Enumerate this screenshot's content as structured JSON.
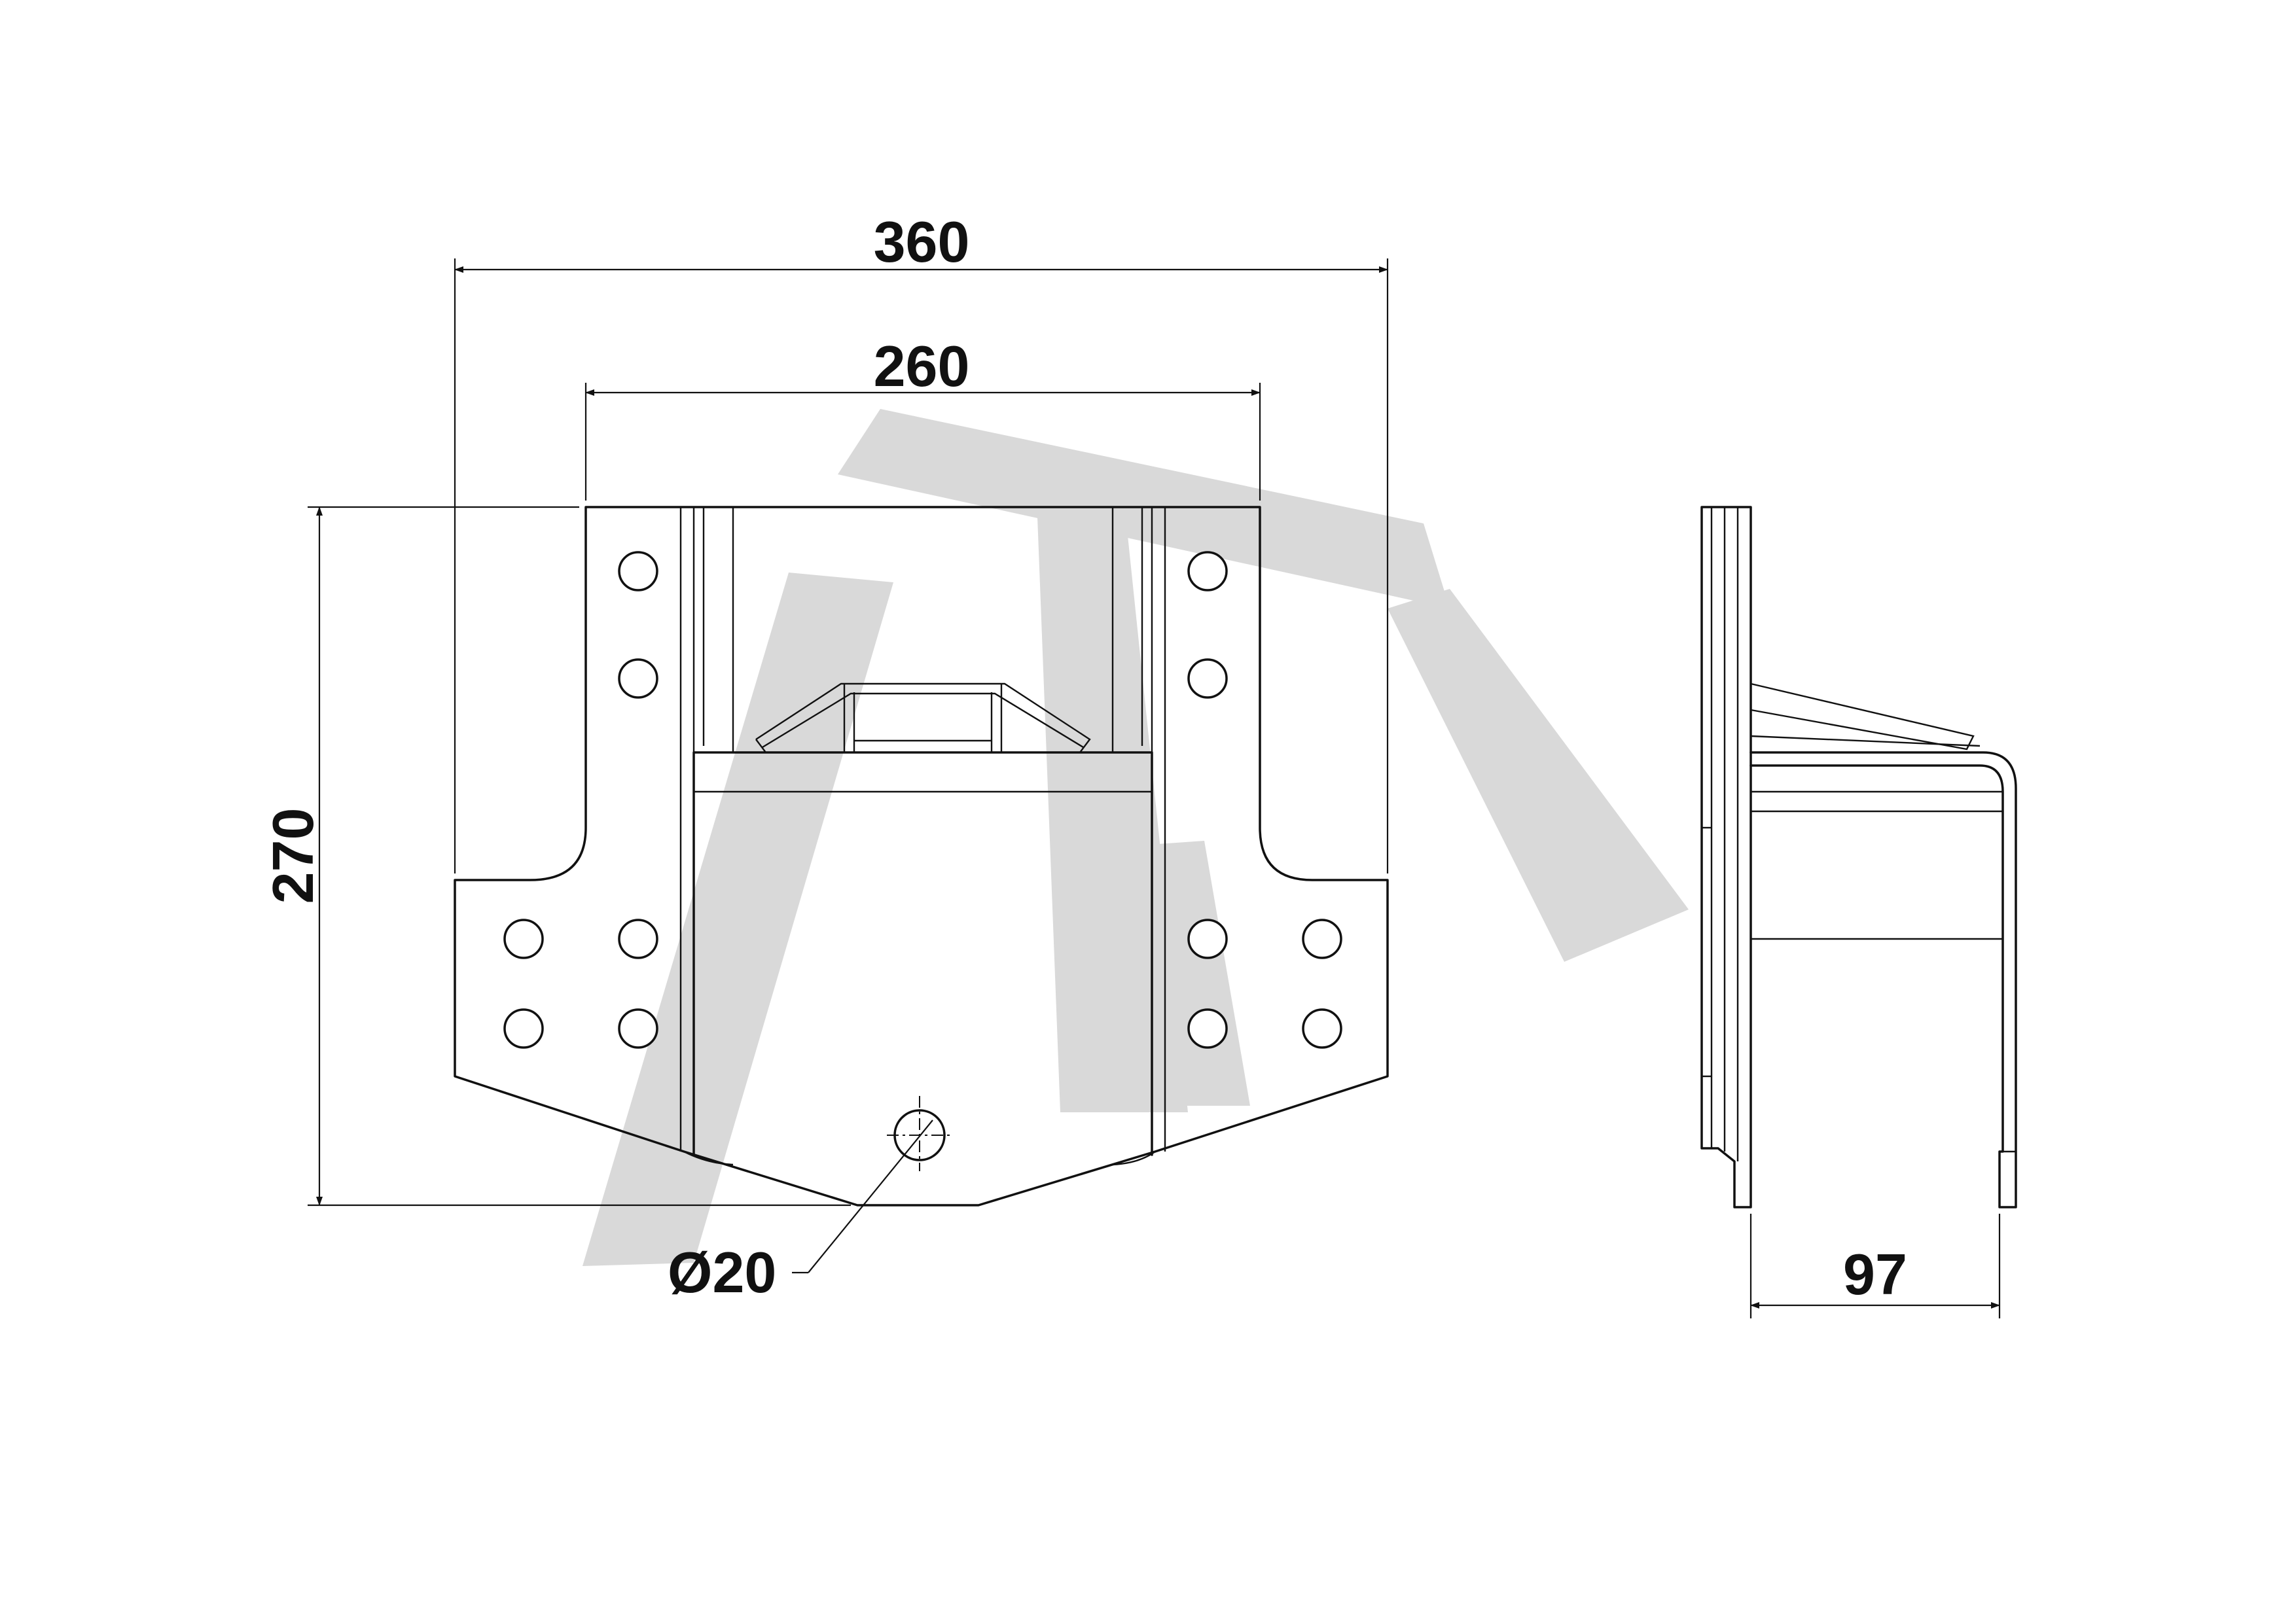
{
  "dimensions": {
    "overall_width": "360",
    "inner_width": "260",
    "height": "270",
    "hole_diameter": "Ø20",
    "depth": "97"
  }
}
